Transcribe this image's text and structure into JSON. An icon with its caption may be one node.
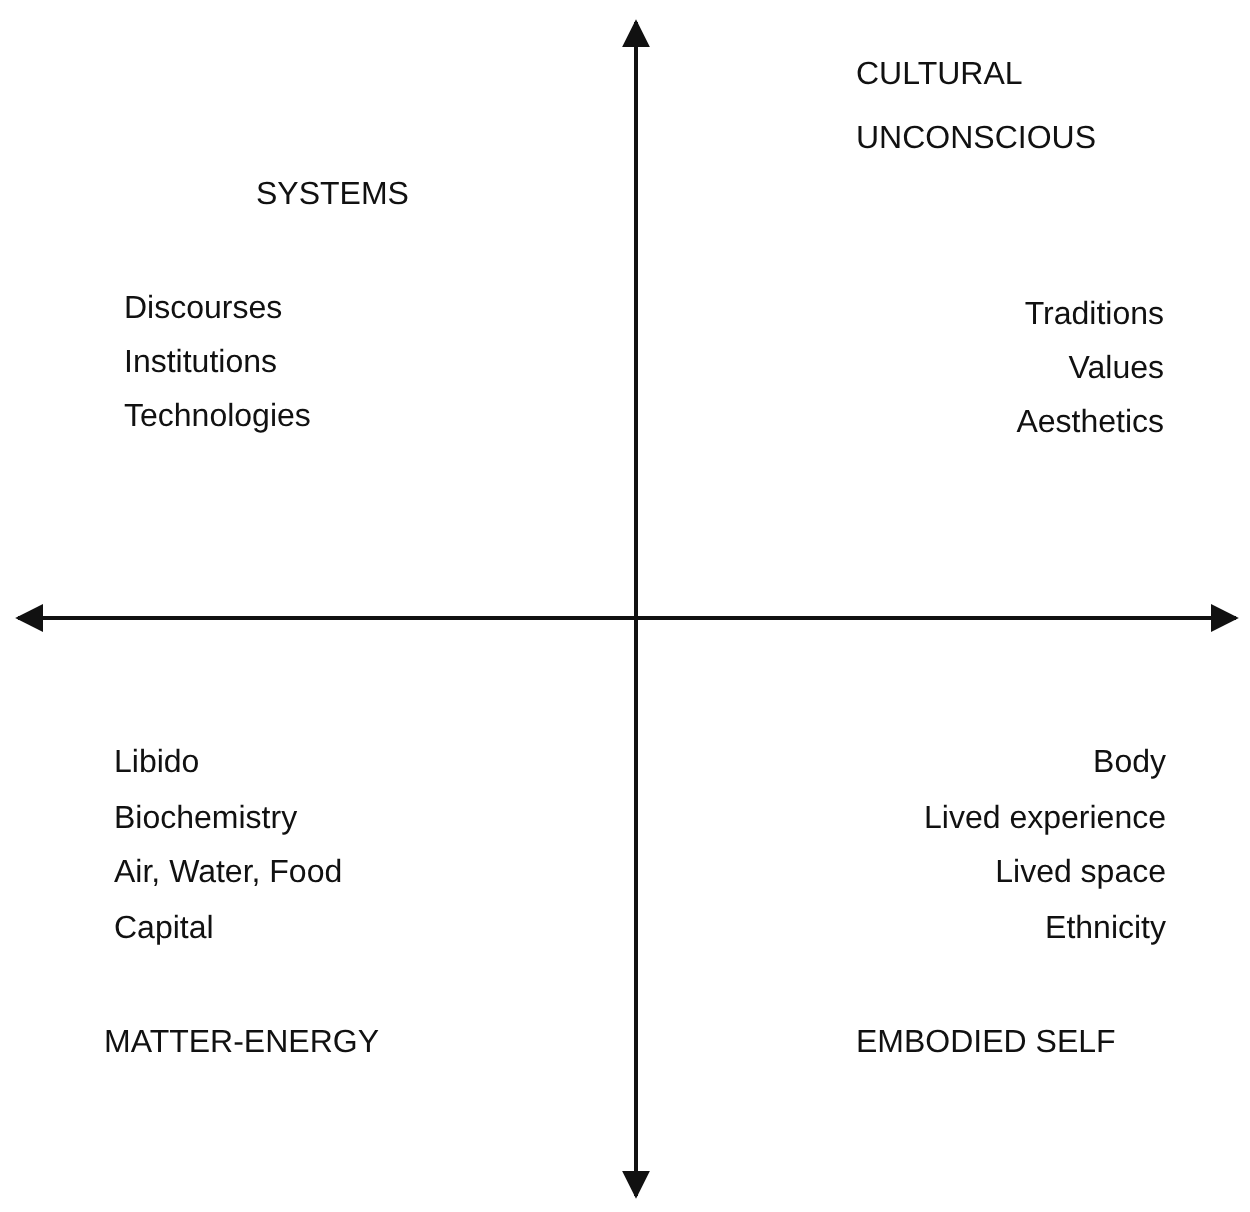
{
  "diagram": {
    "labels": [
      "SYSTEMS",
      "Discourses",
      "Institutions",
      "Technologies",
      "CULTURAL UNCONSCIOUS",
      "Traditions",
      "Values",
      "Aesthetics",
      "Libido",
      "Biochemistry",
      "Air, Water, Food",
      "Capital",
      "MATTER-ENERGY",
      "Body",
      "Lived experience",
      "Lived space",
      "Ethnicity",
      "EMBODIED SELF"
    ]
  }
}
